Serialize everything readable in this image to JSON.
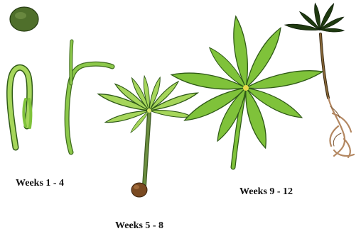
{
  "stages": [
    {
      "label": "Weeks 1 - 4"
    },
    {
      "label": "Weeks 5 - 8"
    },
    {
      "label": "Weeks 9 - 12"
    }
  ],
  "colors": {
    "leaf_fill": "#7fc23a",
    "leaf_light": "#a6d65b",
    "leaf_outline": "#2f5a17",
    "stem": "#6c8f40",
    "seed": "#3d5a22",
    "seed_coat": "#7a4a22",
    "root": "#b38761",
    "stamen": "#e8d84a"
  }
}
